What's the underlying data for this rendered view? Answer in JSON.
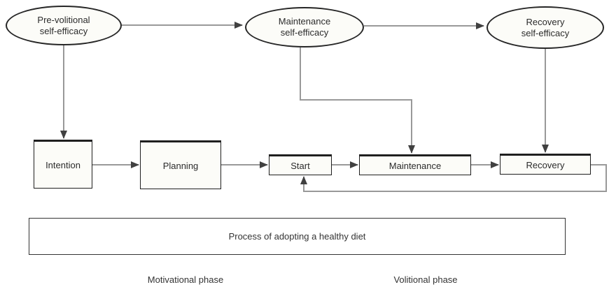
{
  "diagram_title": "Process of adopting a healthy diet",
  "colors": {
    "background": "#ffffff",
    "node_fill": "#fcfcf8",
    "node_border": "#1f1f1f",
    "connector_line": "#999999",
    "arrowhead": "#404040",
    "text": "#2b2b2b"
  },
  "ellipses": [
    {
      "line1": "Pre-volitional",
      "line2": "self-efficacy"
    },
    {
      "line1": "Maintenance",
      "line2": "self-efficacy"
    },
    {
      "line1": "Recovery",
      "line2": "self-efficacy"
    }
  ],
  "boxes": {
    "intention": "Intention",
    "planning": "Planning",
    "start": "Start",
    "maintenance": "Maintenance",
    "recovery": "Recovery"
  },
  "caption": "Process of adopting a healthy diet",
  "phases": {
    "motivational": "Motivational phase",
    "volitional": "Volitional phase"
  }
}
